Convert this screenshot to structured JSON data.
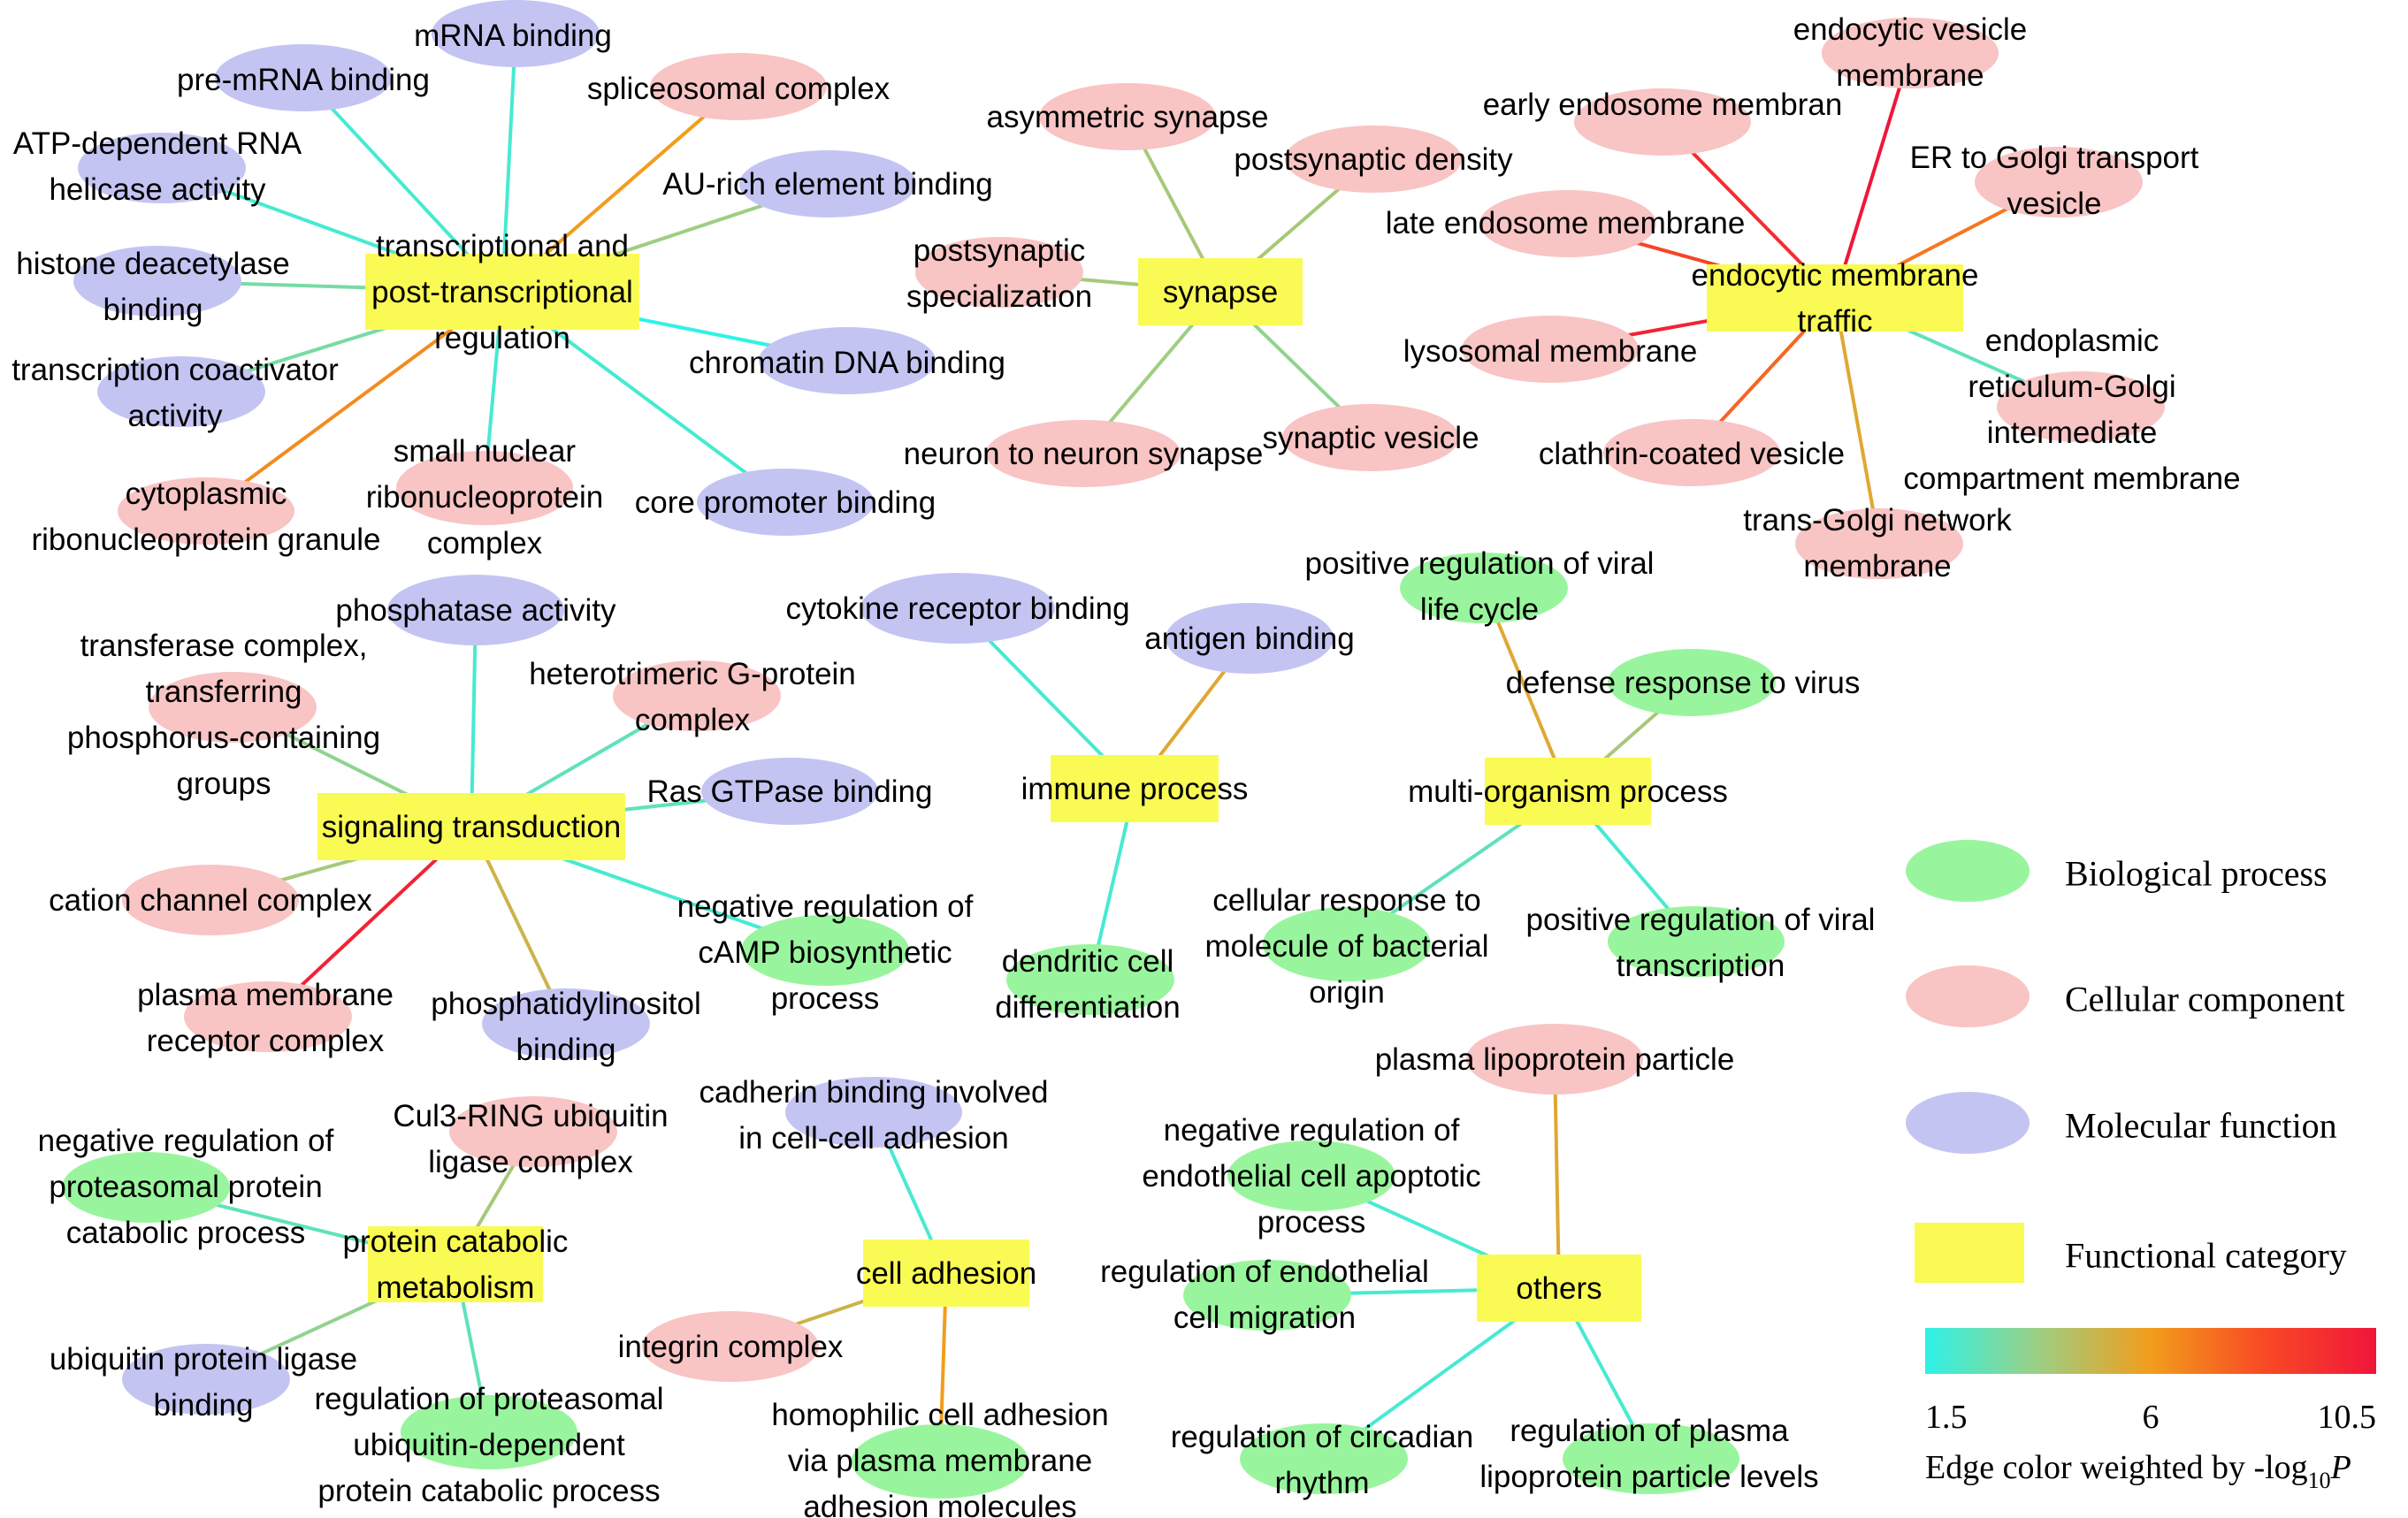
{
  "colors": {
    "bp": "#99f59d",
    "cc": "#f8c4c4",
    "mf": "#c4c4f3",
    "cat": "#fafa55",
    "edge_scale": [
      "#2ef2e8",
      "#9ccf84",
      "#f29d1c",
      "#f84a25",
      "#f0163a"
    ]
  },
  "categories": [
    {
      "id": "tptr",
      "lines": [
        "transcriptional and",
        "post-transcriptional",
        "regulation"
      ]
    },
    {
      "id": "synapse",
      "lines": [
        "synapse"
      ]
    },
    {
      "id": "emt",
      "lines": [
        "endocytic membrane",
        "traffic"
      ]
    },
    {
      "id": "sig",
      "lines": [
        "signaling transduction"
      ]
    },
    {
      "id": "imm",
      "lines": [
        "immune process"
      ]
    },
    {
      "id": "multi",
      "lines": [
        "multi-organism process"
      ]
    },
    {
      "id": "pcm",
      "lines": [
        "protein catabolic",
        "metabolism"
      ]
    },
    {
      "id": "adh",
      "lines": [
        "cell adhesion"
      ]
    },
    {
      "id": "oth",
      "lines": [
        "others"
      ]
    }
  ],
  "terms": [
    {
      "id": "t1",
      "type": "mf",
      "lines": [
        "mRNA binding"
      ],
      "cat": "tptr",
      "w": 2.0
    },
    {
      "id": "t2",
      "type": "mf",
      "lines": [
        "pre-mRNA binding"
      ],
      "cat": "tptr",
      "w": 2.0
    },
    {
      "id": "t3",
      "type": "cc",
      "lines": [
        "spliceosomal complex"
      ],
      "cat": "tptr",
      "w": 6.0
    },
    {
      "id": "t4",
      "type": "mf",
      "lines": [
        "ATP-dependent RNA",
        "helicase activity"
      ],
      "cat": "tptr",
      "w": 2.0
    },
    {
      "id": "t5",
      "type": "mf",
      "lines": [
        "AU-rich element binding"
      ],
      "cat": "tptr",
      "w": 3.8
    },
    {
      "id": "t6",
      "type": "mf",
      "lines": [
        "histone deacetylase",
        "binding"
      ],
      "cat": "tptr",
      "w": 3.0
    },
    {
      "id": "t7",
      "type": "mf",
      "lines": [
        "transcription coactivator",
        "activity"
      ],
      "cat": "tptr",
      "w": 3.0
    },
    {
      "id": "t8",
      "type": "mf",
      "lines": [
        "chromatin DNA binding"
      ],
      "cat": "tptr",
      "w": 1.5
    },
    {
      "id": "t9",
      "type": "cc",
      "lines": [
        "cytoplasmic",
        "ribonucleoprotein granule"
      ],
      "cat": "tptr",
      "w": 6.5
    },
    {
      "id": "t10",
      "type": "cc",
      "lines": [
        "small nuclear",
        "ribonucleoprotein",
        "complex"
      ],
      "cat": "tptr",
      "w": 2.0
    },
    {
      "id": "t11",
      "type": "mf",
      "lines": [
        "core promoter binding"
      ],
      "cat": "tptr",
      "w": 2.0
    },
    {
      "id": "s1",
      "type": "cc",
      "lines": [
        "asymmetric synapse"
      ],
      "cat": "synapse",
      "w": 4.0
    },
    {
      "id": "s2",
      "type": "cc",
      "lines": [
        "postsynaptic density"
      ],
      "cat": "synapse",
      "w": 4.0
    },
    {
      "id": "s3",
      "type": "cc",
      "lines": [
        "postsynaptic",
        "specialization"
      ],
      "cat": "synapse",
      "w": 4.0
    },
    {
      "id": "s4",
      "type": "cc",
      "lines": [
        "neuron to neuron synapse"
      ],
      "cat": "synapse",
      "w": 3.8
    },
    {
      "id": "s5",
      "type": "cc",
      "lines": [
        "synaptic vesicle"
      ],
      "cat": "synapse",
      "w": 3.5
    },
    {
      "id": "e1",
      "type": "cc",
      "lines": [
        "endocytic vesicle",
        "membrane"
      ],
      "cat": "emt",
      "w": 10.5
    },
    {
      "id": "e2",
      "type": "cc",
      "lines": [
        "early endosome membran"
      ],
      "cat": "emt",
      "w": 9.5
    },
    {
      "id": "e3",
      "type": "cc",
      "lines": [
        "ER to Golgi transport",
        "vesicle"
      ],
      "cat": "emt",
      "w": 7.0
    },
    {
      "id": "e4",
      "type": "cc",
      "lines": [
        "late endosome membrane"
      ],
      "cat": "emt",
      "w": 8.5
    },
    {
      "id": "e5",
      "type": "cc",
      "lines": [
        "lysosomal membrane"
      ],
      "cat": "emt",
      "w": 10.0
    },
    {
      "id": "e6",
      "type": "cc",
      "lines": [
        "endoplasmic",
        "reticulum-Golgi",
        "intermediate",
        "compartment membrane"
      ],
      "cat": "emt",
      "w": 2.5
    },
    {
      "id": "e7",
      "type": "cc",
      "lines": [
        "clathrin-coated vesicle"
      ],
      "cat": "emt",
      "w": 7.5
    },
    {
      "id": "e8",
      "type": "cc",
      "lines": [
        "trans-Golgi network",
        "membrane"
      ],
      "cat": "emt",
      "w": 5.5
    },
    {
      "id": "g1",
      "type": "mf",
      "lines": [
        "phosphatase activity"
      ],
      "cat": "sig",
      "w": 2.0
    },
    {
      "id": "g2",
      "type": "cc",
      "lines": [
        "transferase complex,",
        "transferring",
        "phosphorus-containing",
        "groups"
      ],
      "cat": "sig",
      "w": 3.5
    },
    {
      "id": "g3",
      "type": "cc",
      "lines": [
        "heterotrimeric G-protein",
        "complex"
      ],
      "cat": "sig",
      "w": 2.5
    },
    {
      "id": "g4",
      "type": "mf",
      "lines": [
        "Ras GTPase binding"
      ],
      "cat": "sig",
      "w": 2.5
    },
    {
      "id": "g5",
      "type": "cc",
      "lines": [
        "cation channel complex"
      ],
      "cat": "sig",
      "w": 4.0
    },
    {
      "id": "g6",
      "type": "bp",
      "lines": [
        "negative regulation of",
        "cAMP biosynthetic",
        "process"
      ],
      "cat": "sig",
      "w": 2.0
    },
    {
      "id": "g7",
      "type": "cc",
      "lines": [
        "plasma membrane",
        "receptor complex"
      ],
      "cat": "sig",
      "w": 10.0
    },
    {
      "id": "g8",
      "type": "mf",
      "lines": [
        "phosphatidylinositol",
        "binding"
      ],
      "cat": "sig",
      "w": 5.0
    },
    {
      "id": "i1",
      "type": "mf",
      "lines": [
        "cytokine receptor binding"
      ],
      "cat": "imm",
      "w": 2.0
    },
    {
      "id": "i2",
      "type": "mf",
      "lines": [
        "antigen binding"
      ],
      "cat": "imm",
      "w": 5.5
    },
    {
      "id": "i3",
      "type": "bp",
      "lines": [
        "dendritic cell",
        "differentiation"
      ],
      "cat": "imm",
      "w": 2.0
    },
    {
      "id": "m1",
      "type": "bp",
      "lines": [
        "positive regulation of viral",
        "life cycle"
      ],
      "cat": "multi",
      "w": 5.5
    },
    {
      "id": "m2",
      "type": "bp",
      "lines": [
        "defense response to virus"
      ],
      "cat": "multi",
      "w": 4.0
    },
    {
      "id": "m3",
      "type": "bp",
      "lines": [
        "cellular response to",
        "molecule of bacterial",
        "origin"
      ],
      "cat": "multi",
      "w": 2.5
    },
    {
      "id": "m4",
      "type": "bp",
      "lines": [
        "positive regulation of viral",
        "transcription"
      ],
      "cat": "multi",
      "w": 2.0
    },
    {
      "id": "p1",
      "type": "bp",
      "lines": [
        "negative regulation of",
        "proteasomal protein",
        "catabolic process"
      ],
      "cat": "pcm",
      "w": 2.5
    },
    {
      "id": "p2",
      "type": "cc",
      "lines": [
        "Cul3-RING ubiquitin",
        "ligase complex"
      ],
      "cat": "pcm",
      "w": 4.0
    },
    {
      "id": "p3",
      "type": "mf",
      "lines": [
        "ubiquitin protein ligase",
        "binding"
      ],
      "cat": "pcm",
      "w": 3.5
    },
    {
      "id": "p4",
      "type": "bp",
      "lines": [
        "regulation of proteasomal",
        "ubiquitin-dependent",
        "protein catabolic process"
      ],
      "cat": "pcm",
      "w": 2.5
    },
    {
      "id": "a1",
      "type": "mf",
      "lines": [
        "cadherin binding involved",
        "in cell-cell adhesion"
      ],
      "cat": "adh",
      "w": 2.0
    },
    {
      "id": "a2",
      "type": "cc",
      "lines": [
        "integrin complex"
      ],
      "cat": "adh",
      "w": 5.0
    },
    {
      "id": "a3",
      "type": "bp",
      "lines": [
        "homophilic cell adhesion",
        "via plasma membrane",
        "adhesion molecules"
      ],
      "cat": "adh",
      "w": 6.0
    },
    {
      "id": "o1",
      "type": "cc",
      "lines": [
        "plasma lipoprotein particle"
      ],
      "cat": "oth",
      "w": 5.5
    },
    {
      "id": "o2",
      "type": "bp",
      "lines": [
        "negative regulation of",
        "endothelial cell apoptotic",
        "process"
      ],
      "cat": "oth",
      "w": 2.0
    },
    {
      "id": "o3",
      "type": "bp",
      "lines": [
        "regulation of endothelial",
        "cell migration"
      ],
      "cat": "oth",
      "w": 2.0
    },
    {
      "id": "o4",
      "type": "bp",
      "lines": [
        "regulation of circadian",
        "rhythm"
      ],
      "cat": "oth",
      "w": 2.0
    },
    {
      "id": "o5",
      "type": "bp",
      "lines": [
        "regulation of plasma",
        "lipoprotein particle levels"
      ],
      "cat": "oth",
      "w": 2.0
    }
  ],
  "legend": {
    "items": [
      {
        "type": "bp",
        "label": "Biological process"
      },
      {
        "type": "cc",
        "label": "Cellular component"
      },
      {
        "type": "mf",
        "label": "Molecular function"
      },
      {
        "type": "cat",
        "label": "Functional category"
      }
    ],
    "scale_ticks": [
      "1.5",
      "6",
      "10.5"
    ],
    "scale_min": 1.5,
    "scale_max": 10.5,
    "scale_title_prefix": "Edge color weighted by -log",
    "scale_title_sub": "10",
    "scale_title_suffix": "P"
  }
}
